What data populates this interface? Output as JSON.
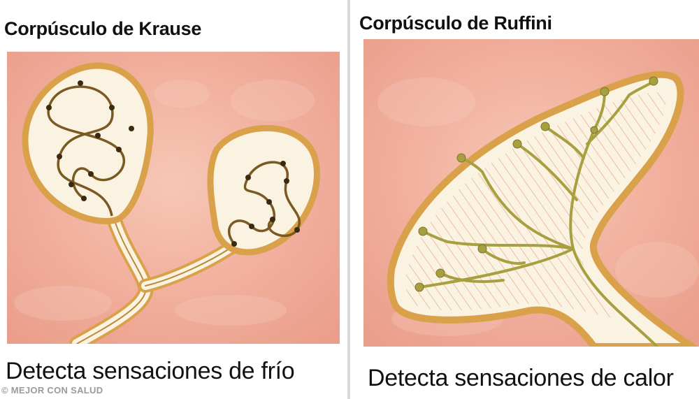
{
  "panels": [
    {
      "title": "Corpúsculo de Krause",
      "caption": "Detecta sensaciones de frío"
    },
    {
      "title": "Corpúsculo de Ruffini",
      "caption": "Detecta sensaciones de calor"
    }
  ],
  "watermark": "© MEJOR CON SALUD",
  "colors": {
    "tissue": "#f2b2a2",
    "capsule_outline": "#d9a24a",
    "capsule_fill": "#fbf3e2",
    "nerve": "#8a6a2a",
    "ruffini_fiber": "#a8a040"
  }
}
